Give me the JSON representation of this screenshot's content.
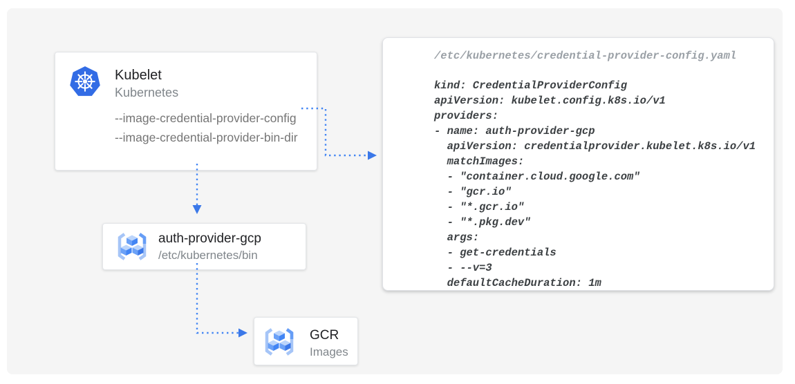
{
  "diagram": {
    "kubelet_card": {
      "title": "Kubelet",
      "subtitle": "Kubernetes",
      "flags": [
        "--image-credential-provider-config",
        "--image-credential-provider-bin-dir"
      ],
      "icon": "kubernetes-helm-icon"
    },
    "auth_card": {
      "title": "auth-provider-gcp",
      "subtitle": "/etc/kubernetes/bin",
      "icon": "container-registry-icon"
    },
    "gcr_card": {
      "title": "GCR",
      "subtitle": "Images",
      "icon": "container-registry-icon"
    },
    "config_panel": {
      "filename": "/etc/kubernetes/credential-provider-config.yaml",
      "yaml": "kind: CredentialProviderConfig\napiVersion: kubelet.config.k8s.io/v1\nproviders:\n- name: auth-provider-gcp\n  apiVersion: credentialprovider.kubelet.k8s.io/v1\n  matchImages:\n  - \"container.cloud.google.com\"\n  - \"gcr.io\"\n  - \"*.gcr.io\"\n  - \"*.pkg.dev\"\n  args:\n  - get-credentials\n  - --v=3\n  defaultCacheDuration: 1m"
    },
    "colors": {
      "arrow_blue": "#4285f4",
      "arrowhead_blue": "#3b78e8",
      "kubernetes_blue": "#326ce5",
      "registry_icon_light_blue": "#a6c5f7",
      "registry_icon_medium_blue": "#669df6",
      "canvas_bg": "#f5f5f5",
      "card_bg": "#ffffff",
      "title_text": "#202124",
      "subtitle_text": "#80868b",
      "flag_text": "#757575",
      "yaml_text": "#3c4043",
      "filename_text": "#9aa0a6"
    }
  }
}
